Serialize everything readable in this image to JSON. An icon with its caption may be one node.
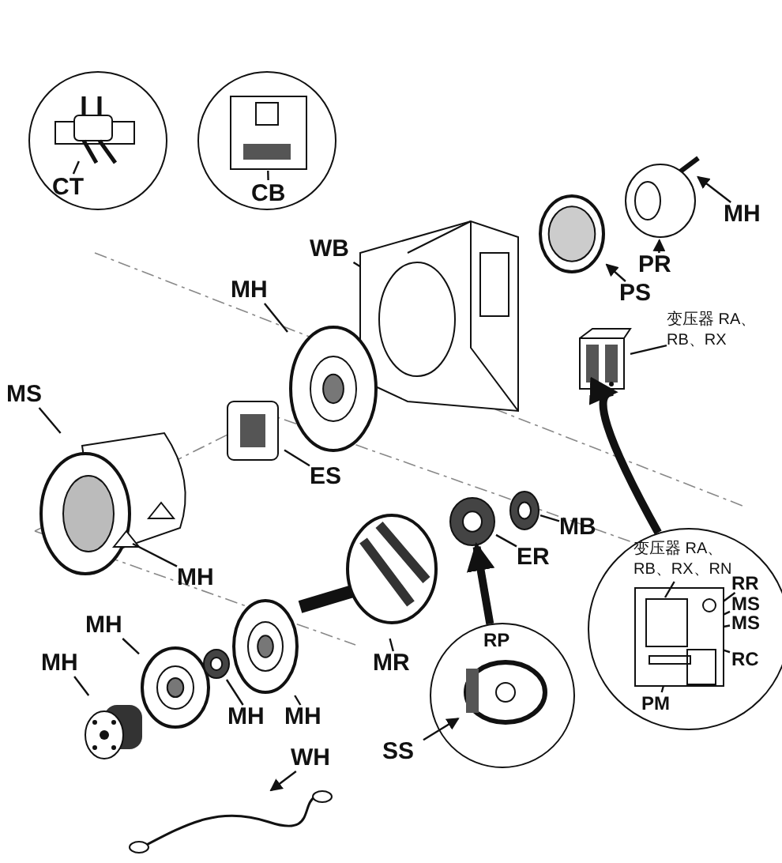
{
  "diagram": {
    "nodes": [
      {
        "text": [],
        "shape": "circle"
      },
      {
        "text": [
          "CT"
        ],
        "in": 0
      },
      {
        "text": [],
        "shape": "picture",
        "in": 0
      },
      {
        "text": [],
        "shape": "circle"
      },
      {
        "text": [
          "CB"
        ],
        "in": 3
      },
      {
        "text": [],
        "shape": "picture",
        "in": 3
      },
      {
        "text": [
          "MH"
        ]
      },
      {
        "text": [],
        "shape": "picture"
      },
      {
        "text": [
          "PR"
        ]
      },
      {
        "text": [],
        "shape": "picture"
      },
      {
        "text": [
          "PS"
        ]
      },
      {
        "text": [],
        "shape": "picture"
      },
      {
        "text": [
          "WB"
        ]
      },
      {
        "text": [],
        "shape": "picture"
      },
      {
        "text": [
          "MH"
        ]
      },
      {
        "text": [],
        "shape": "picture"
      },
      {
        "text": [
          "变压器 RA、RB、RX"
        ]
      },
      {
        "text": [],
        "shape": "picture"
      },
      {
        "text": [
          "MS"
        ]
      },
      {
        "text": [],
        "shape": "picture"
      },
      {
        "text": [
          "ES"
        ]
      },
      {
        "text": [],
        "shape": "picture"
      },
      {
        "text": [
          "MH"
        ]
      },
      {
        "text": [
          "MB"
        ]
      },
      {
        "text": [],
        "shape": "picture"
      },
      {
        "text": [
          "ER"
        ]
      },
      {
        "text": [],
        "shape": "picture"
      },
      {
        "text": [
          "MR"
        ]
      },
      {
        "text": [],
        "shape": "picture"
      },
      {
        "text": [
          "MH"
        ]
      },
      {
        "text": [],
        "shape": "picture"
      },
      {
        "text": [
          "MH"
        ]
      },
      {
        "text": [],
        "shape": "picture"
      },
      {
        "text": [
          "MH"
        ]
      },
      {
        "text": [],
        "shape": "picture"
      },
      {
        "text": [
          "MH"
        ]
      },
      {
        "text": [],
        "shape": "picture"
      },
      {
        "text": [
          "WH"
        ]
      },
      {
        "text": [],
        "shape": "picture"
      },
      {
        "text": [],
        "shape": "circle"
      },
      {
        "text": [
          "RP"
        ],
        "in": 39
      },
      {
        "text": [],
        "shape": "picture",
        "in": 39
      },
      {
        "text": [
          "SS"
        ]
      },
      {
        "text": [],
        "shape": "circle"
      },
      {
        "text": [
          "变压器 RA、RB、RX、RN"
        ],
        "in": 43
      },
      {
        "text": [],
        "shape": "picture",
        "in": 43
      },
      {
        "text": [
          "RR"
        ],
        "in": 43
      },
      {
        "text": [
          "MS"
        ],
        "in": 43
      },
      {
        "text": [
          "MS"
        ],
        "in": 43
      },
      {
        "text": [
          "RC"
        ],
        "in": 43
      },
      {
        "text": [
          "PM"
        ],
        "in": 43
      }
    ],
    "edges": [
      {
        "from": 1,
        "to": 2,
        "arrow": "none"
      },
      {
        "from": 4,
        "to": 5,
        "arrow": "none"
      },
      {
        "from": 6,
        "to": 7,
        "arrow": "to"
      },
      {
        "from": 8,
        "to": 9,
        "arrow": "to"
      },
      {
        "from": 10,
        "to": 11,
        "arrow": "to"
      },
      {
        "from": 12,
        "to": 13,
        "arrow": "none"
      },
      {
        "from": 14,
        "to": 15,
        "arrow": "none"
      },
      {
        "from": 16,
        "to": 17,
        "arrow": "none"
      },
      {
        "from": 43,
        "to": 17,
        "arrow": "to",
        "style": "thick"
      },
      {
        "from": 18,
        "to": 19,
        "arrow": "none"
      },
      {
        "from": 20,
        "to": 21,
        "arrow": "none"
      },
      {
        "from": 22,
        "to": 19,
        "arrow": "none"
      },
      {
        "from": 23,
        "to": 24,
        "arrow": "none"
      },
      {
        "from": 25,
        "to": 26,
        "arrow": "none"
      },
      {
        "from": 39,
        "to": 26,
        "arrow": "to",
        "style": "thick"
      },
      {
        "from": 27,
        "to": 28,
        "arrow": "none"
      },
      {
        "from": 29,
        "to": 30,
        "arrow": "none"
      },
      {
        "from": 31,
        "to": 32,
        "arrow": "none"
      },
      {
        "from": 33,
        "to": 34,
        "arrow": "none"
      },
      {
        "from": 35,
        "to": 36,
        "arrow": "none"
      },
      {
        "from": 37,
        "to": 38,
        "arrow": "to"
      },
      {
        "from": 42,
        "to": 41,
        "arrow": "to"
      },
      {
        "from": 44,
        "to": 45,
        "arrow": "none"
      },
      {
        "from": 46,
        "to": 45,
        "arrow": "none"
      },
      {
        "from": 47,
        "to": 45,
        "arrow": "none"
      },
      {
        "from": 48,
        "to": 45,
        "arrow": "none"
      },
      {
        "from": 49,
        "to": 45,
        "arrow": "none"
      },
      {
        "from": 50,
        "to": 45,
        "arrow": "none"
      }
    ]
  }
}
